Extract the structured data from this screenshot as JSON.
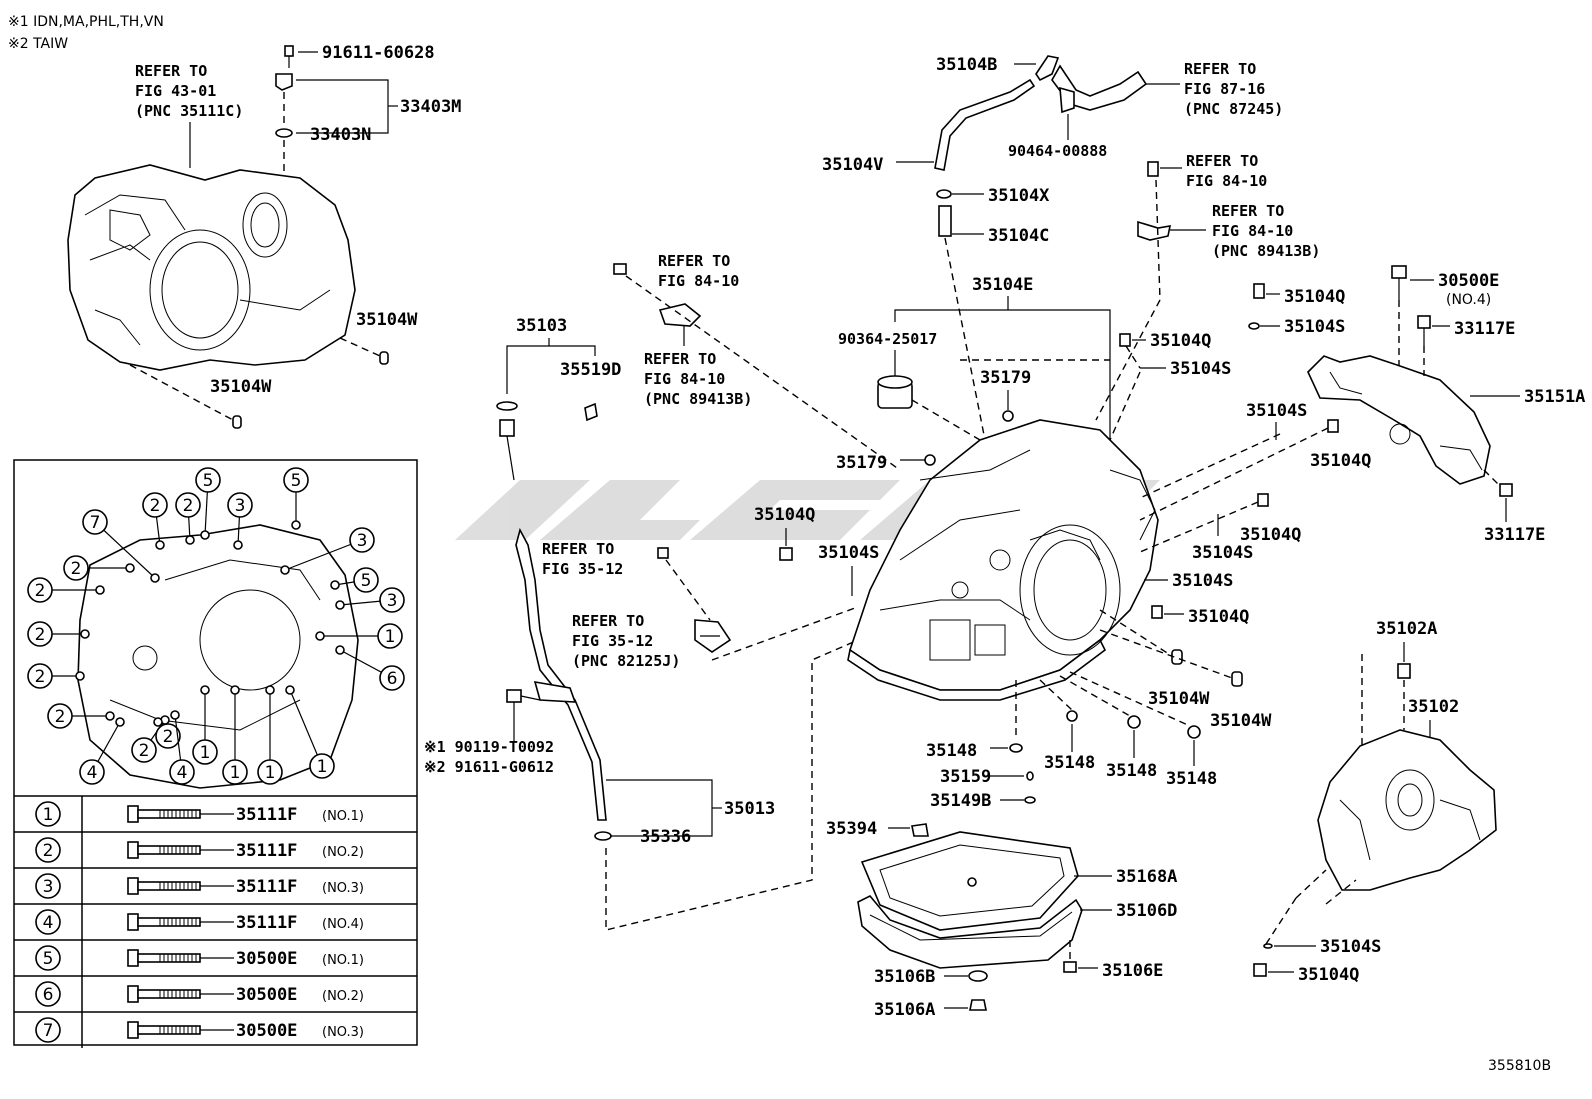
{
  "notes": [
    "※1 IDN,MA,PHL,TH,VN",
    "※2 TAIW"
  ],
  "diagram_id": "355810B",
  "watermark": "logo",
  "labels": {
    "p91611_60628": "91611-60628",
    "ref_fig_43_01": [
      "REFER TO",
      "FIG 43-01",
      "(PNC 35111C)"
    ],
    "p33403M": "33403M",
    "p33403N": "33403N",
    "p35104W_a": "35104W",
    "p35104W_b": "35104W",
    "p35104B": "35104B",
    "ref_fig_87_16": [
      "REFER TO",
      "FIG 87-16",
      "(PNC 87245)"
    ],
    "p90464_00888": "90464-00888",
    "p35104V": "35104V",
    "p35104X": "35104X",
    "p35104C": "35104C",
    "ref_fig_84_10_a": [
      "REFER TO",
      "FIG 84-10"
    ],
    "ref_fig_84_10_b": [
      "REFER TO",
      "FIG 84-10",
      "(PNC 89413B)"
    ],
    "ref_fig_84_10_c": [
      "REFER TO",
      "FIG 84-10"
    ],
    "ref_fig_84_10_d": [
      "REFER TO",
      "FIG 84-10",
      "(PNC 89413B)"
    ],
    "p35104E": "35104E",
    "p90364_25017": "90364-25017",
    "p35179_a": "35179",
    "p35179_b": "35179",
    "p35103": "35103",
    "p35519D": "35519D",
    "p35104Q_1": "35104Q",
    "p35104Q_2": "35104Q",
    "p35104Q_3": "35104Q",
    "p35104Q_4": "35104Q",
    "p35104Q_5": "35104Q",
    "p35104Q_6": "35104Q",
    "p35104Q_7": "35104Q",
    "p35104S_1": "35104S",
    "p35104S_2": "35104S",
    "p35104S_3": "35104S",
    "p35104S_4": "35104S",
    "p35104S_5": "35104S",
    "p35104S_6": "35104S",
    "p35104S_7": "35104S",
    "p30500E": "30500E",
    "p30500E_no": "(NO.4)",
    "p33117E_a": "33117E",
    "p33117E_b": "33117E",
    "p35151A": "35151A",
    "ref_fig_35_12_a": [
      "REFER TO",
      "FIG 35-12"
    ],
    "ref_fig_35_12_b": [
      "REFER TO",
      "FIG 35-12",
      "(PNC 82125J)"
    ],
    "p35104W_c": "35104W",
    "p35104W_d": "35104W",
    "p90119": "※1 90119-T0092",
    "p91611_g0612": "※2 91611-G0612",
    "p35013": "35013",
    "p35336": "35336",
    "p35148_1": "35148",
    "p35148_2": "35148",
    "p35148_3": "35148",
    "p35148_4": "35148",
    "p35159": "35159",
    "p35149B": "35149B",
    "p35394": "35394",
    "p35168A": "35168A",
    "p35106D": "35106D",
    "p35106B": "35106B",
    "p35106E": "35106E",
    "p35106A": "35106A",
    "p35102A": "35102A",
    "p35102": "35102"
  },
  "bolt_table": [
    {
      "key": "1",
      "part": "35111F",
      "no": "(NO.1)"
    },
    {
      "key": "2",
      "part": "35111F",
      "no": "(NO.2)"
    },
    {
      "key": "3",
      "part": "35111F",
      "no": "(NO.3)"
    },
    {
      "key": "4",
      "part": "35111F",
      "no": "(NO.4)"
    },
    {
      "key": "5",
      "part": "30500E",
      "no": "(NO.1)"
    },
    {
      "key": "6",
      "part": "30500E",
      "no": "(NO.2)"
    },
    {
      "key": "7",
      "part": "30500E",
      "no": "(NO.3)"
    }
  ],
  "bolt_callouts": [
    "7",
    "2",
    "2",
    "5",
    "3",
    "5",
    "3",
    "2",
    "2",
    "5",
    "3",
    "2",
    "1",
    "2",
    "6",
    "2",
    "2",
    "4",
    "2",
    "4",
    "1",
    "1",
    "1",
    "1"
  ]
}
